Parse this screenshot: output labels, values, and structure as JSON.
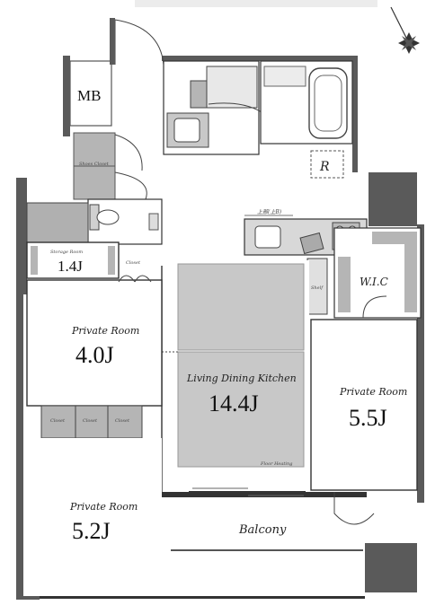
{
  "rooms": {
    "mb": "MB",
    "storage_room": "Storage Room",
    "storage_room_size": "1.4J",
    "private_room_1": "Private Room",
    "private_room_1_size": "4.0J",
    "ldk": "Living Dining Kitchen",
    "ldk_size": "14.4J",
    "private_room_2": "Private Room",
    "private_room_2_size": "5.5J",
    "private_room_3": "Private Room",
    "private_room_3_size": "5.2J",
    "wic": "W.I.C",
    "balcony": "Balcony",
    "shoes": "Shoes Closet",
    "closet_a": "Closet",
    "closet_b": "Closet",
    "closet_c": "Closet",
    "closet_d": "Closet",
    "shelf": "Shelf",
    "floor_heating": "Floor Heating",
    "refrigerator": "R",
    "upper_cabinet": "上部(上B)"
  },
  "colors": {
    "wall": "#5a5a5a",
    "floor_heating": "#c8c8c8",
    "furniture": "#9a9a9a"
  },
  "icons": [
    "compass-icon",
    "bathtub-icon",
    "toilet-icon",
    "sink-icon",
    "stove-icon"
  ]
}
